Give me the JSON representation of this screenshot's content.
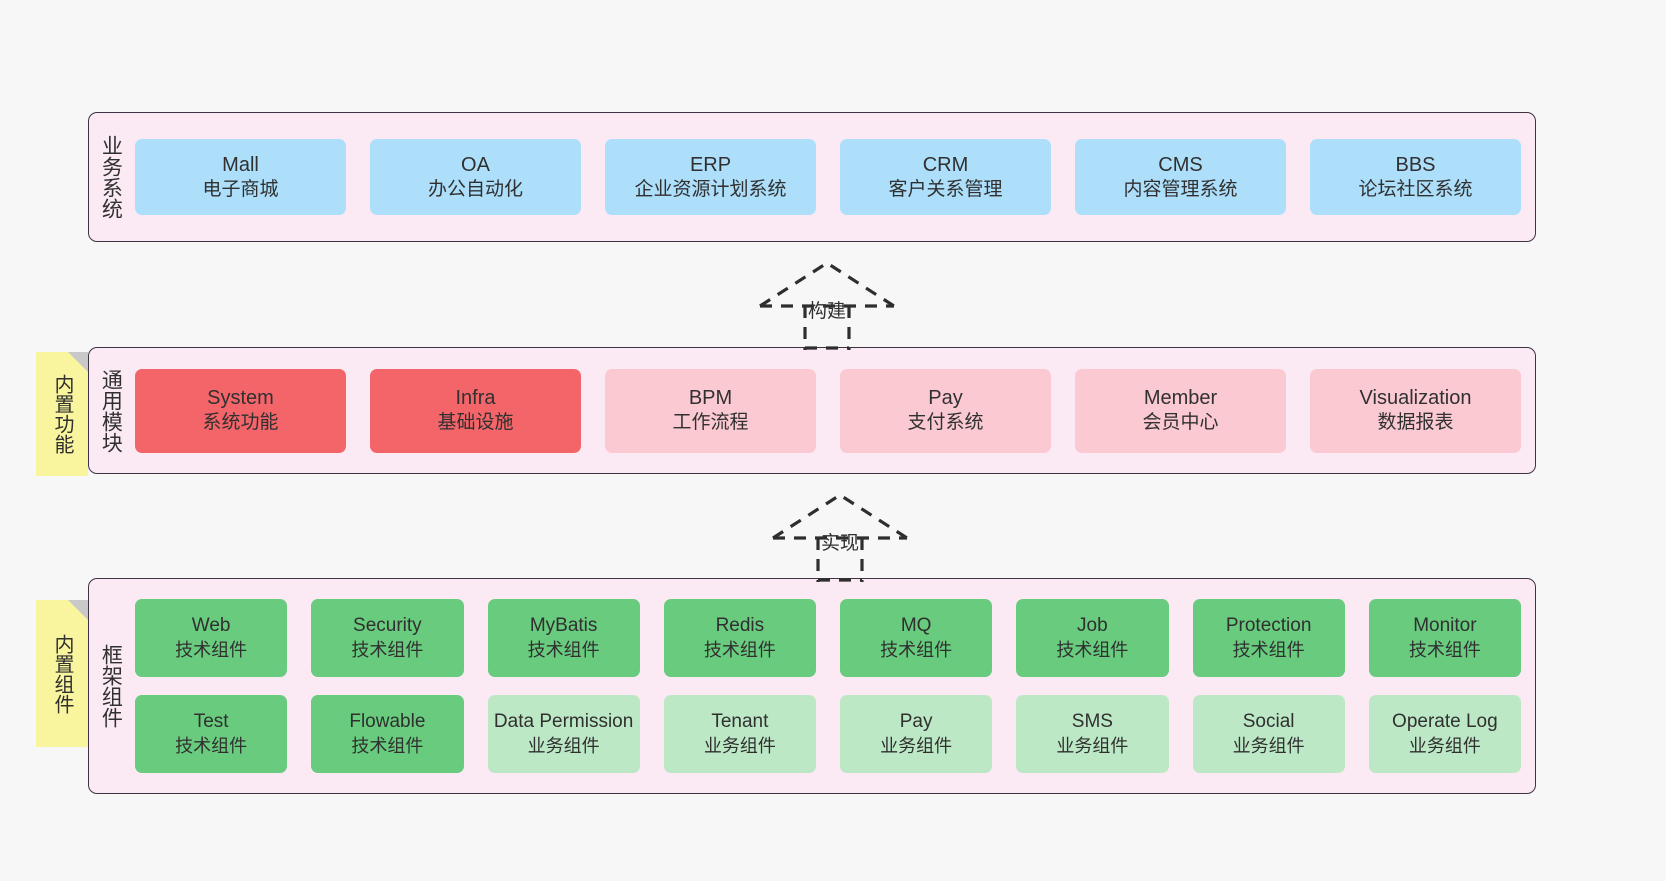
{
  "diagram": {
    "title": "ruoyi-vue-pro architecture layers",
    "colors": {
      "layer_bg": "#fbeaf4",
      "layer_border": "#3d3344",
      "blue": "#addffb",
      "red": "#f4656a",
      "pink": "#fbc9d2",
      "green": "#68cb7e",
      "green_light": "#bde8c6",
      "note": "#f9f59e",
      "note_fold": "#c9c9c9",
      "canvas": "#f7f7f7"
    }
  },
  "layers": [
    {
      "id": "business",
      "title": "业务系统",
      "note": null,
      "rows": [
        {
          "style": "blue",
          "cards": [
            {
              "en": "Mall",
              "cn": "电子商城"
            },
            {
              "en": "OA",
              "cn": "办公自动化"
            },
            {
              "en": "ERP",
              "cn": "企业资源计划系统"
            },
            {
              "en": "CRM",
              "cn": "客户关系管理"
            },
            {
              "en": "CMS",
              "cn": "内容管理系统"
            },
            {
              "en": "BBS",
              "cn": "论坛社区系统"
            }
          ]
        }
      ]
    },
    {
      "id": "common-modules",
      "title": "通用模块",
      "note": "内置功能",
      "rows": [
        {
          "style": "mixed",
          "cards": [
            {
              "en": "System",
              "cn": "系统功能",
              "color": "red"
            },
            {
              "en": "Infra",
              "cn": "基础设施",
              "color": "red"
            },
            {
              "en": "BPM",
              "cn": "工作流程",
              "color": "pink"
            },
            {
              "en": "Pay",
              "cn": "支付系统",
              "color": "pink"
            },
            {
              "en": "Member",
              "cn": "会员中心",
              "color": "pink"
            },
            {
              "en": "Visualization",
              "cn": "数据报表",
              "color": "pink"
            }
          ]
        }
      ]
    },
    {
      "id": "framework-components",
      "title": "框架组件",
      "note": "内置组件",
      "rows": [
        {
          "style": "green",
          "cards": [
            {
              "en": "Web",
              "cn": "技术组件",
              "color": "green"
            },
            {
              "en": "Security",
              "cn": "技术组件",
              "color": "green"
            },
            {
              "en": "MyBatis",
              "cn": "技术组件",
              "color": "green"
            },
            {
              "en": "Redis",
              "cn": "技术组件",
              "color": "green"
            },
            {
              "en": "MQ",
              "cn": "技术组件",
              "color": "green"
            },
            {
              "en": "Job",
              "cn": "技术组件",
              "color": "green"
            },
            {
              "en": "Protection",
              "cn": "技术组件",
              "color": "green"
            },
            {
              "en": "Monitor",
              "cn": "技术组件",
              "color": "green"
            }
          ]
        },
        {
          "style": "green-mixed",
          "cards": [
            {
              "en": "Test",
              "cn": "技术组件",
              "color": "green"
            },
            {
              "en": "Flowable",
              "cn": "技术组件",
              "color": "green"
            },
            {
              "en": "Data Permission",
              "cn": "业务组件",
              "color": "green-light"
            },
            {
              "en": "Tenant",
              "cn": "业务组件",
              "color": "green-light"
            },
            {
              "en": "Pay",
              "cn": "业务组件",
              "color": "green-light"
            },
            {
              "en": "SMS",
              "cn": "业务组件",
              "color": "green-light"
            },
            {
              "en": "Social",
              "cn": "业务组件",
              "color": "green-light"
            },
            {
              "en": "Operate Log",
              "cn": "业务组件",
              "color": "green-light"
            }
          ]
        }
      ]
    }
  ],
  "connectors": [
    {
      "id": "build",
      "label": "构建",
      "from": "common-modules",
      "to": "business"
    },
    {
      "id": "implement",
      "label": "实现",
      "from": "framework-components",
      "to": "common-modules"
    }
  ]
}
